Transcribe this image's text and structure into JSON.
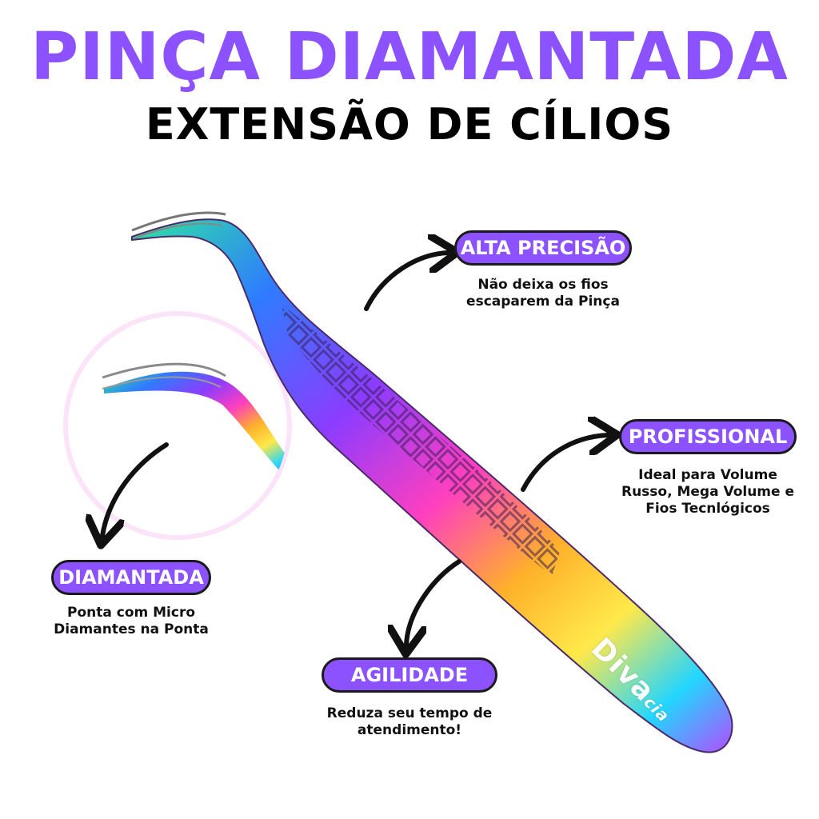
{
  "header": {
    "title": "PINÇA DIAMANTADA",
    "subtitle": "EXTENSÃO DE CÍLIOS"
  },
  "features": [
    {
      "label": "ALTA PRECISÃO",
      "description": [
        "Não deixa os fios",
        "escaparem da Pinça"
      ]
    },
    {
      "label": "PROFISSIONAL",
      "description": [
        "Ideal para Volume",
        "Russo, Mega Volume e",
        "Fios Tecnlógicos"
      ]
    },
    {
      "label": "DIAMANTADA",
      "description": [
        "Ponta com Micro",
        "Diamantes na Ponta"
      ]
    },
    {
      "label": "AGILIDADE",
      "description": [
        "Reduza seu tempo de",
        "atendimento!"
      ]
    }
  ],
  "product": {
    "brand": "Diva",
    "brand_suffix": "cia"
  },
  "colors": {
    "accent": "#8c52ff",
    "text": "#000000",
    "circle": "#fbe3fa"
  }
}
